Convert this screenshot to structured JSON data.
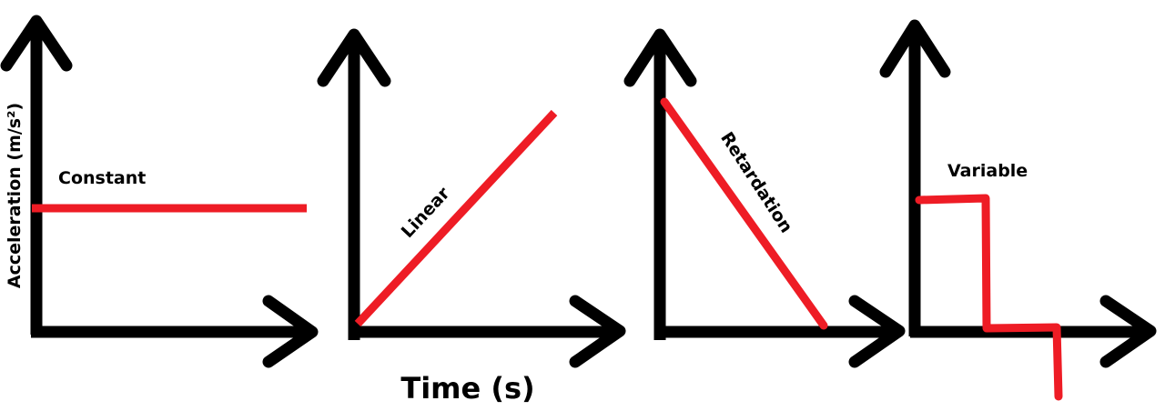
{
  "colors": {
    "axis": "#000000",
    "curve": "#ee1c25",
    "background": "#ffffff"
  },
  "labels": {
    "y_axis": "Acceleration (m/s²)",
    "x_axis": "Time (s)"
  },
  "panels": [
    {
      "id": "constant",
      "label": "Constant"
    },
    {
      "id": "linear",
      "label": "Linear"
    },
    {
      "id": "retardation",
      "label": "Retardation"
    },
    {
      "id": "variable",
      "label": "Variable"
    }
  ],
  "chart_data": [
    {
      "type": "line",
      "title": "Constant",
      "xlabel": "Time (s)",
      "ylabel": "Acceleration (m/s²)",
      "description": "Horizontal line: acceleration stays constant over time",
      "x": [
        0,
        1
      ],
      "y": [
        0.6,
        0.6
      ],
      "grid": false
    },
    {
      "type": "line",
      "title": "Linear",
      "xlabel": "Time (s)",
      "ylabel": "Acceleration (m/s²)",
      "description": "Straight line rising from origin: acceleration increases linearly",
      "x": [
        0,
        1
      ],
      "y": [
        0,
        1
      ],
      "grid": false
    },
    {
      "type": "line",
      "title": "Retardation",
      "xlabel": "Time (s)",
      "ylabel": "Acceleration (m/s²)",
      "description": "Straight line falling from high value to zero",
      "x": [
        0,
        1
      ],
      "y": [
        1,
        0
      ],
      "grid": false
    },
    {
      "type": "line",
      "title": "Variable",
      "xlabel": "Time (s)",
      "ylabel": "Acceleration (m/s²)",
      "description": "Step function: positive, then zero, then negative",
      "x": [
        0,
        0.3,
        0.3,
        0.6,
        0.6
      ],
      "y": [
        0.45,
        0.45,
        0,
        0,
        -0.25
      ],
      "grid": false
    }
  ]
}
